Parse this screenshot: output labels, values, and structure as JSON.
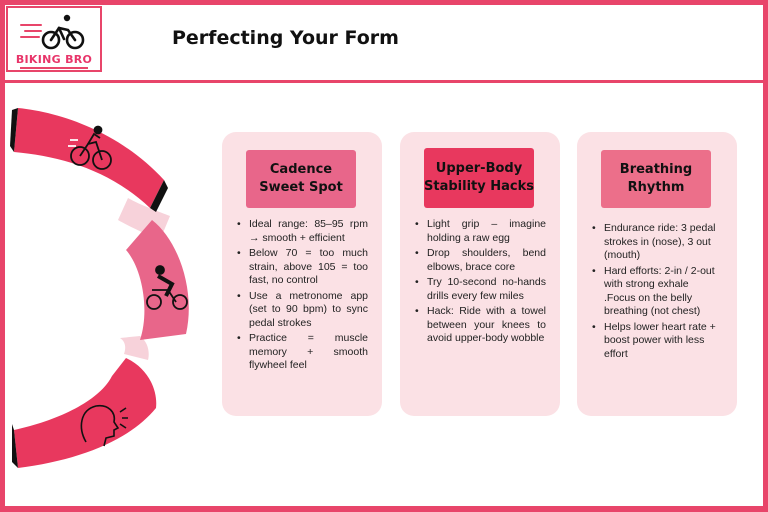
{
  "brand": {
    "name": "BIKING BRO",
    "logo_icon": "cyclist-icon",
    "color": "#e8456a"
  },
  "title": "Perfecting Your Form",
  "side_icons": [
    "cyclist-icon",
    "rider-icon",
    "breathing-head-icon"
  ],
  "cards": [
    {
      "heading": "Cadence Sweet Spot",
      "bullets": [
        "Ideal range: 85–95 rpm → smooth + efficient",
        "Below 70 = too much strain, above 105 = too fast, no control",
        "Use a metronome app (set to 90 bpm) to sync pedal strokes",
        "Practice = muscle memory + smooth flywheel feel"
      ]
    },
    {
      "heading": "Upper-Body Stability Hacks",
      "bullets": [
        "Light grip – imagine holding a raw egg",
        "Drop shoulders, bend elbows, brace core",
        "Try 10-second no-hands drills every few miles",
        "Hack: Ride with a towel between your knees to avoid upper-body wobble"
      ]
    },
    {
      "heading": "Breathing Rhythm",
      "bullets": [
        "Endurance ride: 3 pedal strokes in (nose), 3 out (mouth)",
        "Hard efforts: 2-in / 2-out with strong exhale .Focus on the belly breathing (not chest)",
        "Helps lower heart rate + boost power with less effort"
      ]
    }
  ]
}
